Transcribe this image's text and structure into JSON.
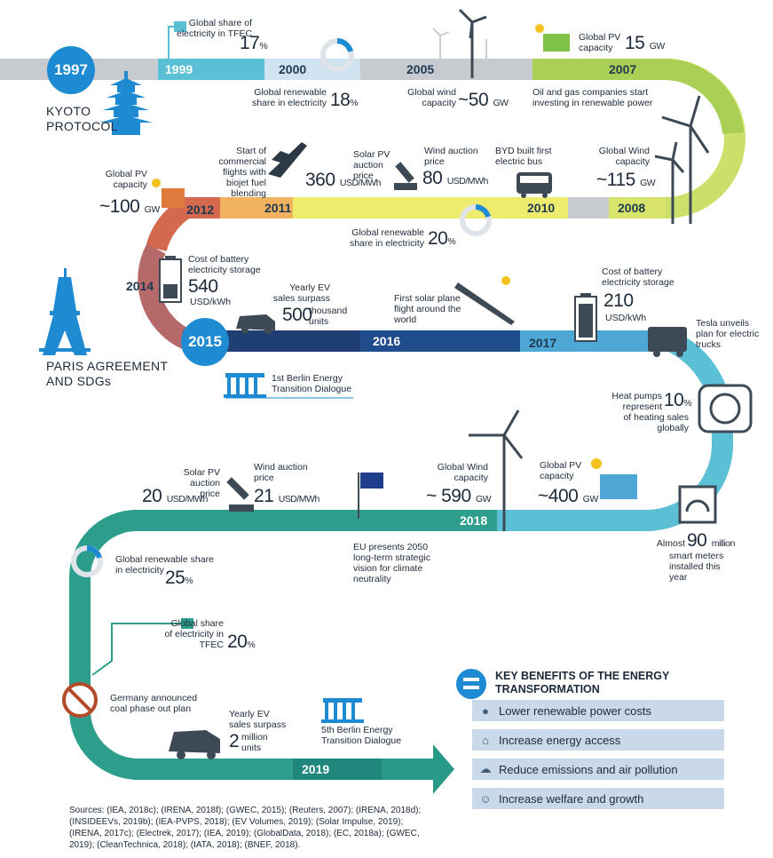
{
  "years": {
    "y1997": "1997",
    "y1999": "1999",
    "y2000": "2000",
    "y2005": "2005",
    "y2007": "2007",
    "y2008": "2008",
    "y2010": "2010",
    "y2011": "2011",
    "y2012": "2012",
    "y2014": "2014",
    "y2015": "2015",
    "y2016": "2016",
    "y2017": "2017",
    "y2018": "2018",
    "y2019": "2019"
  },
  "kyoto": {
    "l1": "KYOTO",
    "l2": "PROTOCOL"
  },
  "paris": {
    "l1": "PARIS AGREEMENT",
    "l2": "AND SDGs"
  },
  "e1999": {
    "text": "Global share of electricity in TFEC",
    "value": "17",
    "unit": "%"
  },
  "e2000": {
    "text": "Global renewable share in electricity",
    "value": "18",
    "unit": "%"
  },
  "e2005": {
    "text": "Global wind capacity",
    "prefix": "~",
    "value": "50",
    "unit": "GW"
  },
  "e2007pv": {
    "text": "Global PV capacity",
    "value": "15",
    "unit": "GW"
  },
  "e2007oil": {
    "text": "Oil and gas companies start investing in renewable power"
  },
  "e2008": {
    "text": "Global Wind capacity",
    "prefix": "~",
    "value": "115",
    "unit": "GW"
  },
  "e2010bus": {
    "text": "BYD built first electric bus"
  },
  "e2010wind": {
    "text": "Wind auction price",
    "value": "80",
    "unit": "USD/MWh"
  },
  "e2010solar": {
    "text": "Solar PV auction price",
    "value": "360",
    "unit": "USD/MWh"
  },
  "e2010ren": {
    "text": "Global renewable share in electricity",
    "value": "20",
    "unit": "%"
  },
  "e2011": {
    "text": "Start of commercial flights with biojet fuel blending"
  },
  "e2012": {
    "text": "Global PV capacity",
    "prefix": "~",
    "value": "100",
    "unit": "GW"
  },
  "e2014": {
    "text": "Cost of battery electricity storage",
    "value": "540",
    "unit": "USD/kWh"
  },
  "e2015ev": {
    "text": "Yearly EV sales surpass",
    "value": "500",
    "unit": "thousand units"
  },
  "e2015berlin": {
    "text": "1st Berlin Energy Transition Dialogue"
  },
  "e2016": {
    "text": "First solar plane flight around the world"
  },
  "e2017batt": {
    "text": "Cost of battery electricity storage",
    "value": "210",
    "unit": "USD/kWh"
  },
  "e2017tesla": {
    "text": "Tesla unveils plan for electric trucks"
  },
  "e2017heat": {
    "text1": "Heat pumps represent",
    "value": "10",
    "unit": "%",
    "text2": "of heating sales globally"
  },
  "e2018solar": {
    "text": "Solar PV auction price",
    "value": "20",
    "unit": "USD/MWh"
  },
  "e2018wind": {
    "text": "Wind auction price",
    "value": "21",
    "unit": "USD/MWh"
  },
  "e2018eu": {
    "text": "EU presents 2050 long-term strategic vision for climate neutrality"
  },
  "e2018gwind": {
    "text": "Global Wind capacity",
    "prefix": "~",
    "value": "590",
    "unit": "GW"
  },
  "e2018pv": {
    "text": "Global PV capacity",
    "prefix": "~",
    "value": "400",
    "unit": "GW"
  },
  "e2018meters": {
    "text1": "Almost",
    "value": "90",
    "unit": "million",
    "text2": "smart meters installed this year"
  },
  "e2019ren": {
    "text": "Global renewable share in electricity",
    "value": "25",
    "unit": "%"
  },
  "e2019tfec": {
    "text": "Global share of electricity in TFEC",
    "value": "20",
    "unit": "%"
  },
  "e2019coal": {
    "text": "Germany announced coal phase out plan"
  },
  "e2019ev": {
    "text": "Yearly EV sales surpass",
    "value": "2",
    "unit": "million units"
  },
  "e2019berlin": {
    "text": "5th Berlin Energy Transition Dialogue"
  },
  "benefits": {
    "title": "KEY BENEFITS OF THE ENERGY TRANSFORMATION",
    "items": [
      "Lower renewable power costs",
      "Increase energy access",
      "Reduce emissions and air pollution",
      "Increase welfare and growth"
    ]
  },
  "sources": "Sources: (IEA, 2018c); (IRENA, 2018f); (GWEC, 2015); (Reuters, 2007); (IRENA, 2018d); (INSIDEEVs, 2019b); (IEA-PVPS, 2018); (EV Volumes, 2019); (Solar Impulse, 2019); (IRENA, 2017c); (Electrek, 2017); (IEA, 2019); (GlobalData, 2018); (EC, 2018a); (GWEC, 2019); (CleanTechnica, 2018); (IATA, 2018); (BNEF, 2018).",
  "colors": {
    "grey": "#c4c7cc",
    "teal": "#5bbfd6",
    "lime": "#a9cf54",
    "yellow": "#ecec6c",
    "orange": "#f0b060",
    "brick": "#d2684b",
    "mauve": "#b86868",
    "navy": "#1f3f73",
    "sky": "#4fa7d6",
    "green": "#2e9e8c",
    "dark": "#20877d"
  }
}
